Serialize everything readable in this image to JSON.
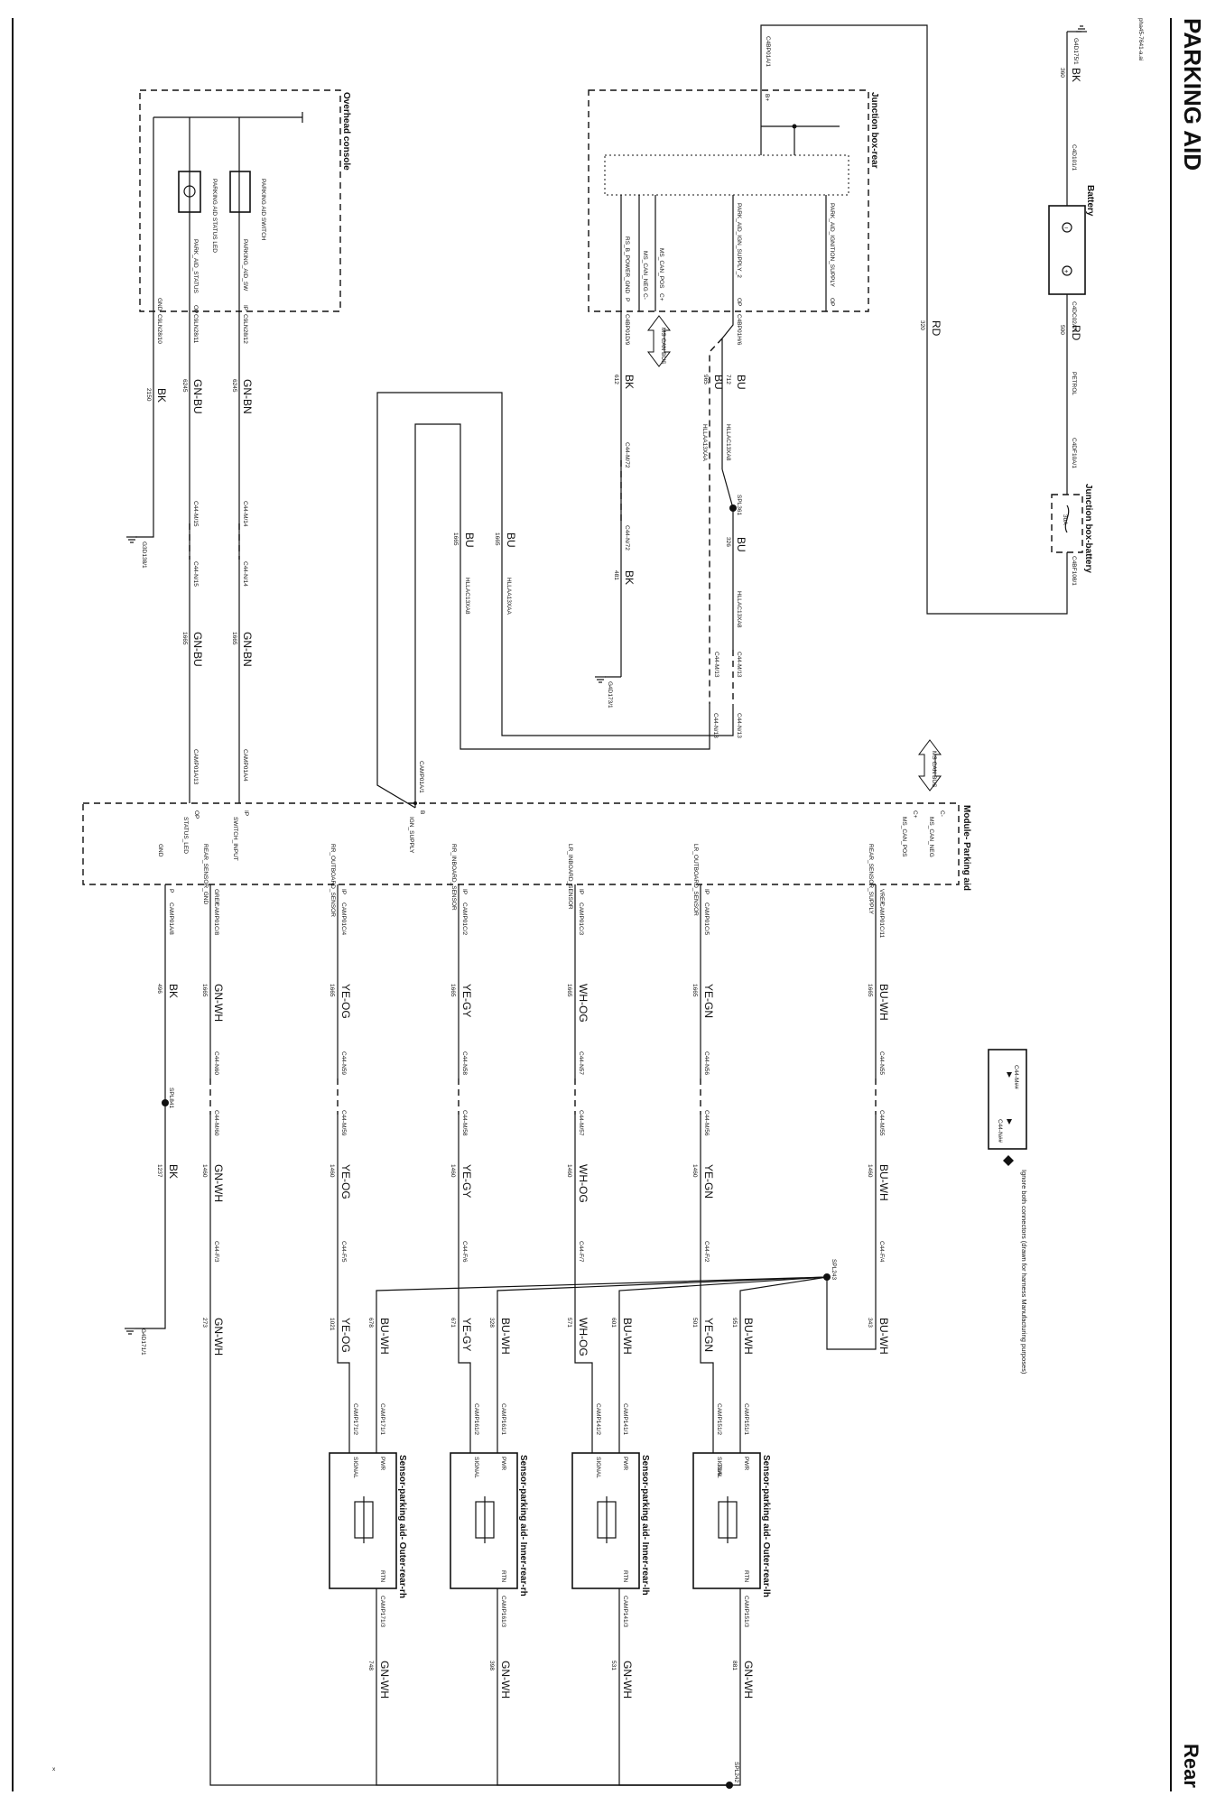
{
  "header": {
    "title": "PARKING AID",
    "code": "pha45-7641-a.ai",
    "footer": "Rear"
  },
  "legend": {
    "connector_a": "C44-M##",
    "connector_b": "C44-N##",
    "note": "Ignore both connectors (drawn for harness Manufacturing purposes)"
  },
  "components": {
    "battery": "Battery",
    "jb_battery": "Junction box-battery",
    "jb_rear": "Junction box-rear",
    "overhead": "Overhead console",
    "module": "Module- Parking aid",
    "s1": "Sensor-parking aid- Outer-rear-lh",
    "s2": "Sensor-parking aid- Inner-rear-lh",
    "s3": "Sensor-parking aid- Inner-rear-rh",
    "s4": "Sensor-parking aid- Outer-rear-rh",
    "switch": "PARKING AID SWITCH",
    "led": "PARKING AID STATUS LED"
  },
  "grounds": [
    "G4D175/1",
    "G4D173/1",
    "G3D138/1",
    "G4D171/1"
  ],
  "splices": [
    "SPL361",
    "SPL243",
    "SPL841",
    "SPL242"
  ],
  "fuse": "30A",
  "bus": [
    "MS CAN BUS",
    "MS CAN BUS"
  ],
  "wires": {
    "w_bk_top": [
      "BK",
      "360"
    ],
    "w_rd1": [
      "RD",
      "500"
    ],
    "w_rd2": [
      "RD",
      "320"
    ],
    "w_petrol": "PETROL",
    "w_bu712": [
      "BU",
      "712"
    ],
    "w_bu965": [
      "BU",
      "965"
    ],
    "w_bk612": [
      "BK",
      "612"
    ],
    "w_bu326": [
      "BU",
      "326"
    ],
    "w_bk481": [
      "BK",
      "481"
    ],
    "w_bu1665a": [
      "BU",
      "1665"
    ],
    "w_bu1665b": [
      "BU",
      "1665"
    ],
    "w_gnbn6245": [
      "GN-BN",
      "6245"
    ],
    "w_gnbu6245": [
      "GN-BU",
      "6245"
    ],
    "w_bk2150": [
      "BK",
      "2150"
    ],
    "w_gnbn1665": [
      "GN-BN",
      "1665"
    ],
    "w_gnbu1665": [
      "GN-BU",
      "1665"
    ]
  },
  "harness": {
    "hllac1": "HLLAC13XA8",
    "hllaa1": "HLLAA13XAA",
    "hllac2": "HLLAC13XA8",
    "hllaa2": "HLLAA13XAA",
    "hllac3": "HLLAC13XA8"
  },
  "connectors": {
    "c4bp01a1": "C4BP01A/1",
    "c4d101": "C4D101/1",
    "c4dc02a": "C4DC02A/1",
    "c4df10a": "C4DF10A/1",
    "c4bf108": "C4BF108/1",
    "c4bp01h6": "C4BP01H/6",
    "c4bp01d9": "C4BP01D/9",
    "c9ln28_12": "C9LN28/12",
    "c9ln28_11": "C9LN28/11",
    "c9ln28_10": "C9LN28/10",
    "c44m72": "C44-M/72",
    "c44n72": "C44-N/72",
    "c44m13": "C44-M/13",
    "c44n13": "C44-N/13",
    "c44m13b": "C44-M/13",
    "c44n13b": "C44-N/13",
    "c44m14": "C44-M/14",
    "c44n14": "C44-N/14",
    "c44m15": "C44-M/15",
    "c44n15": "C44-N/15",
    "camp01a1": "CAMP01A/1",
    "camp01a4": "CAMP01A/4",
    "camp01a13": "CAMP01A/13"
  },
  "pins": {
    "jbr_bplus": "B+",
    "jbr_pai": "PARK_AID_IGNITION_SUPPLY",
    "jbr_op1": "OP",
    "jbr_op2": "OP",
    "jbr_pidn": "PARK_AID_IGN_SUPPLY_2",
    "jbr_cp": "C+",
    "jbr_canpos": "MS_CAN_POS",
    "jbr_cn": "C-",
    "jbr_canneg": "MS_CAN_NEG",
    "jbr_p": "P",
    "jbr_rsb": "RS_B_POWER_GND",
    "oc_ip": "IP",
    "oc_sw": "PARKING_AID_SW",
    "oc_op": "OP",
    "oc_led": "PARK_AID_STATUS",
    "oc_gnd": "GND",
    "mod_cn": "C-",
    "mod_canneg": "MS_CAN_NEG",
    "mod_cp": "C+",
    "mod_canpos": "MS_CAN_POS",
    "mod_b": "B",
    "mod_ign": "IGN_SUPPLY",
    "mod_ip": "IP",
    "mod_swin": "SWITCH_INPUT",
    "mod_op": "OP",
    "mod_led": "STATUS_LED"
  },
  "channels": [
    {
      "name": "REAR_SENSOR_SUPPLY",
      "pin": "VREF",
      "conn": "CAMP01C/11",
      "color": "BU-WH",
      "num": "1665",
      "m": "C44-N55",
      "n": "C44-M/55",
      "color2": "BU-WH",
      "num2": "1460",
      "f": "C44-F/4",
      "color3": "BU-WH",
      "num3": "343"
    },
    {
      "name": "LR_OUTBOARD_SENSOR",
      "pin": "IP",
      "conn": "CAMP01C/5",
      "color": "YE-GN",
      "num": "1665",
      "m": "C44-N56",
      "n": "C44-M/56",
      "color2": "YE-GN",
      "num2": "1460",
      "f": "C44-F/2",
      "color3": "YE-GN",
      "num3": "501"
    },
    {
      "name": "LR_INBOARD_SENSOR",
      "pin": "IP",
      "conn": "CAMP01C/3",
      "color": "WH-OG",
      "num": "1665",
      "m": "C44-N57",
      "n": "C44-M/57",
      "color2": "WH-OG",
      "num2": "1460",
      "f": "C44-F/7",
      "color3": "WH-OG",
      "num3": "571"
    },
    {
      "name": "RR_INBOARD_SENSOR",
      "pin": "IP",
      "conn": "CAMP01C/2",
      "color": "YE-GY",
      "num": "1665",
      "m": "C44-N58",
      "n": "C44-M/58",
      "color2": "YE-GY",
      "num2": "1460",
      "f": "C44-F/6",
      "color3": "YE-GY",
      "num3": "671"
    },
    {
      "name": "RR_OUTBOARD_SENSOR",
      "pin": "IP",
      "conn": "CAMP01C/4",
      "color": "YE-OG",
      "num": "1665",
      "m": "C44-N59",
      "n": "C44-M/59",
      "color2": "YE-OG",
      "num2": "1460",
      "f": "C44-F/5",
      "color3": "YE-OG",
      "num3": "1021"
    },
    {
      "name": "REAR_SENSOR_GND",
      "pin": "GREF",
      "conn": "CAMP01C/8",
      "color": "GN-WH",
      "num": "1665",
      "m": "C44-N60",
      "n": "C44-M/60",
      "color2": "GN-WH",
      "num2": "1460",
      "f": "C44-F/3",
      "color3": "GN-WH",
      "num3": "273"
    },
    {
      "name": "GND",
      "pin": "P",
      "conn": "CAMP01A/8",
      "color": "BK",
      "num": "496",
      "m": "",
      "n": "",
      "color2": "BK",
      "num2": "1237",
      "f": "",
      "color3": "",
      "num3": ""
    }
  ],
  "sensors": [
    {
      "pwr_color": "BU-WH",
      "pwr_num": "951",
      "pwr_conn": "CAMP151/1",
      "sig_conn": "CAMP151/2",
      "sig_alt": "T2/6",
      "rtn_conn": "CAMP151/3",
      "rtn_color": "GN-WH",
      "rtn_num": "881"
    },
    {
      "pwr_color": "BU-WH",
      "pwr_num": "601",
      "pwr_conn": "CAMP141/1",
      "sig_conn": "CAMP141/2",
      "sig_alt": "",
      "rtn_conn": "CAMP141/3",
      "rtn_color": "GN-WH",
      "rtn_num": "531"
    },
    {
      "pwr_color": "BU-WH",
      "pwr_num": "328",
      "pwr_conn": "CAMP161/1",
      "sig_conn": "CAMP161/2",
      "sig_alt": "",
      "rtn_conn": "CAMP161/3",
      "rtn_color": "GN-WH",
      "rtn_num": "398"
    },
    {
      "pwr_color": "BU-WH",
      "pwr_num": "678",
      "pwr_conn": "CAMP171/1",
      "sig_conn": "CAMP171/2",
      "sig_alt": "",
      "rtn_conn": "CAMP171/3",
      "rtn_color": "GN-WH",
      "rtn_num": "748"
    }
  ],
  "sensor_pins": {
    "pwr": "PWR",
    "sig": "SIGNAL",
    "rtn": "RTN"
  }
}
